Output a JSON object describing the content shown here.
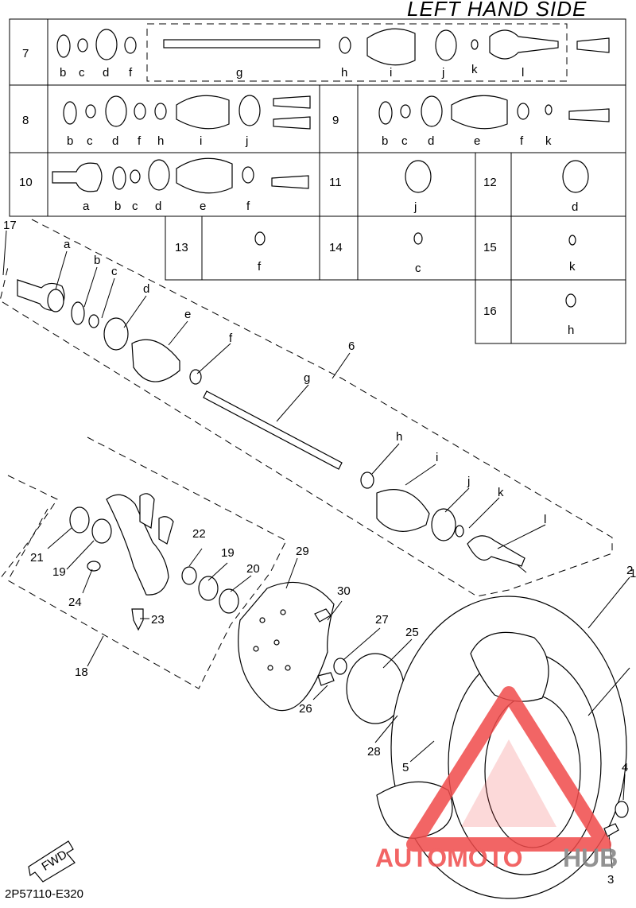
{
  "header": {
    "title": "LEFT HAND SIDE"
  },
  "footer": {
    "code": "2P57110-E320"
  },
  "fwd_label": "FWD",
  "watermark": {
    "text_auto": "AUTOMOTO",
    "text_hub": "HUB",
    "color_red": "#f04b4b",
    "color_gray": "#7f7f7f"
  },
  "kit_table": {
    "row7": {
      "num": "7",
      "letters": [
        "b",
        "c",
        "d",
        "f",
        "g",
        "h",
        "i",
        "j",
        "k",
        "l"
      ]
    },
    "row8": {
      "num": "8",
      "letters": [
        "b",
        "c",
        "d",
        "f",
        "h",
        "i",
        "j"
      ]
    },
    "row9": {
      "num": "9",
      "letters": [
        "b",
        "c",
        "d",
        "e",
        "f",
        "k"
      ]
    },
    "row10": {
      "num": "10",
      "letters": [
        "a",
        "b",
        "c",
        "d",
        "e",
        "f"
      ]
    },
    "row11": {
      "num": "11",
      "letters": [
        "j"
      ]
    },
    "row12": {
      "num": "12",
      "letters": [
        "d"
      ]
    },
    "row13": {
      "num": "13",
      "letters": [
        "f"
      ]
    },
    "row14": {
      "num": "14",
      "letters": [
        "c"
      ]
    },
    "row15": {
      "num": "15",
      "letters": [
        "k"
      ]
    },
    "row16": {
      "num": "16",
      "letters": [
        "h"
      ]
    }
  },
  "callouts": {
    "numbers": [
      "1",
      "2",
      "3",
      "4",
      "5",
      "6",
      "17",
      "18",
      "19",
      "19",
      "20",
      "21",
      "22",
      "23",
      "24",
      "25",
      "26",
      "27",
      "28",
      "29",
      "30"
    ],
    "letters": [
      "a",
      "b",
      "c",
      "d",
      "e",
      "f",
      "g",
      "h",
      "i",
      "j",
      "k",
      "l"
    ]
  }
}
